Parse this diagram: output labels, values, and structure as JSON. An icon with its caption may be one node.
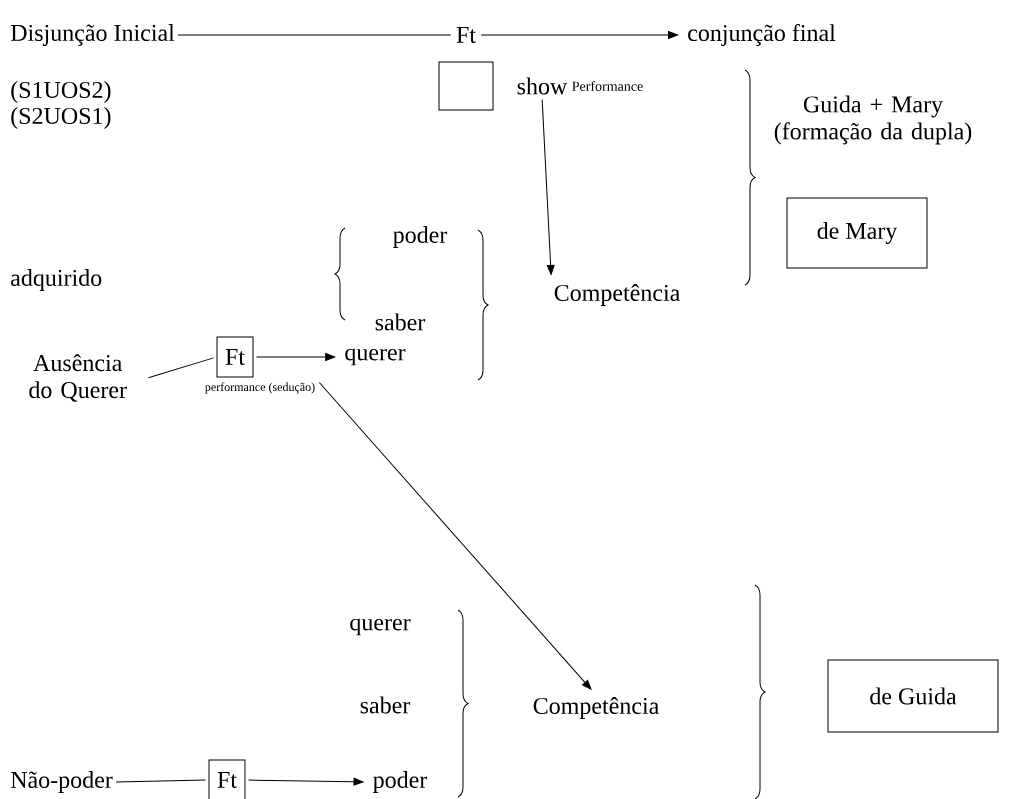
{
  "diagram": {
    "nodes": [
      {
        "text": [
          "Disjunção Inicial"
        ]
      },
      {
        "text": [
          "Ft"
        ]
      },
      {
        "text": [
          "conjunção final"
        ]
      },
      {
        "text": [],
        "shape": "box"
      },
      {
        "text": [
          "show"
        ],
        "beside": [
          "Performance"
        ]
      },
      {
        "text": [
          "de Mary"
        ]
      },
      {
        "text": [
          "Competência"
        ]
      },
      {
        "text": [
          "Ausência do Querer"
        ]
      },
      {
        "text": [
          "Ft"
        ]
      },
      {
        "text": [
          "querer"
        ]
      },
      {
        "text": [
          "performance (sedução)"
        ]
      },
      {
        "text": [
          "Competência"
        ]
      },
      {
        "text": [
          "de Guida"
        ]
      },
      {
        "text": [
          "Não-poder"
        ]
      },
      {
        "text": [
          "Ft"
        ]
      },
      {
        "text": [
          "poder"
        ]
      }
    ],
    "edges": [
      {
        "from": 0,
        "to": 1,
        "arrow": "none"
      },
      {
        "from": 1,
        "to": 2,
        "arrow": "to"
      },
      {
        "from": 4,
        "to": 6,
        "arrow": "to"
      },
      {
        "from": 7,
        "to": 8,
        "arrow": "none"
      },
      {
        "from": 8,
        "to": 9,
        "arrow": "to"
      },
      {
        "from": 10,
        "to": 11,
        "arrow": "to"
      },
      {
        "from": 13,
        "to": 14,
        "arrow": "none"
      },
      {
        "from": 14,
        "to": 15,
        "arrow": "to"
      }
    ],
    "labels": [
      "(S1UOS2)",
      "(S2UOS1)",
      "Guida + Mary (formação da dupla)",
      "poder",
      "adquirido",
      "saber",
      "querer",
      "saber"
    ]
  }
}
